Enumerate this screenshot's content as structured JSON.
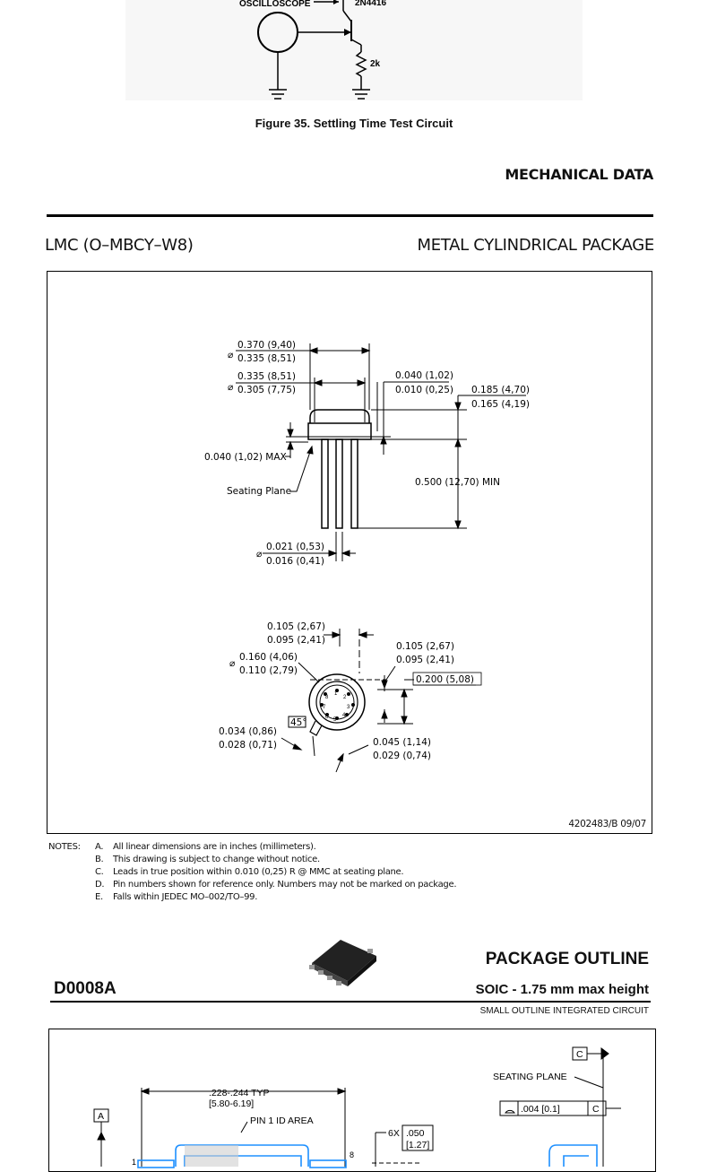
{
  "circuit": {
    "oscilloscope_label": "OSCILLOSCOPE",
    "transistor_label": "2N4416",
    "resistor_label": "2k",
    "caption": "Figure 35.  Settling Time Test Circuit"
  },
  "mech": {
    "header": "MECHANICAL DATA",
    "package_code": "LMC (O–MBCY–W8)",
    "package_name": "METAL CYLINDRICAL PACKAGE",
    "dims": {
      "d1_top": "0.370 (9,40)",
      "d1_bot": "0.335 (8,51)",
      "d2_top": "0.335 (8,51)",
      "d2_bot": "0.305 (7,75)",
      "d3_top": "0.040 (1,02)",
      "d3_bot": "0.010 (0,25)",
      "d4_top": "0.185 (4,70)",
      "d4_bot": "0.165 (4,19)",
      "max": "0.040 (1,02) MAX",
      "seating": "Seating Plane",
      "lead_len": "0.500 (12,70) MIN",
      "lead_top": "0.021 (0,53)",
      "lead_bot": "0.016 (0,41)",
      "b1_top": "0.105 (2,67)",
      "b1_bot": "0.095 (2,41)",
      "b2_top": "0.160 (4,06)",
      "b2_bot": "0.110 (2,79)",
      "b3_top": "0.105 (2,67)",
      "b3_bot": "0.095 (2,41)",
      "b4": "0.200 (5,08)",
      "angle": "45°",
      "b5_top": "0.034 (0,86)",
      "b5_bot": "0.028 (0,71)",
      "b6_top": "0.045 (1,14)",
      "b6_bot": "0.029 (0,74)",
      "pins": [
        "1",
        "2",
        "3",
        "4",
        "5",
        "6",
        "7",
        "8"
      ]
    },
    "doc_id": "4202483/B 09/07",
    "notes_label": "NOTES:",
    "notes": [
      {
        "letter": "A.",
        "text": "All linear dimensions are in inches (millimeters)."
      },
      {
        "letter": "B.",
        "text": "This drawing is subject to change without notice."
      },
      {
        "letter": "C.",
        "text": "Leads in true position within 0.010 (0,25) R @ MMC at seating plane."
      },
      {
        "letter": "D.",
        "text": "Pin numbers shown for reference only. Numbers may not be marked on package."
      },
      {
        "letter": "E.",
        "text": "Falls within JEDEC MO–002/TO–99."
      }
    ]
  },
  "soic": {
    "part": "D0008A",
    "title": "PACKAGE OUTLINE",
    "subtitle": "SOIC - 1.75 mm max height",
    "sub2": "SMALL OUTLINE INTEGRATED CIRCUIT",
    "datum_c": "C",
    "datum_a": "A",
    "seating": "SEATING PLANE",
    "dim_typ": ".228-.244  TYP",
    "dim_typ_mm": "[5.80-6.19]",
    "pin1": "PIN 1 ID AREA",
    "flat_val": ".004 [0.1]",
    "flat_ref": "C",
    "pitch_count": "6X",
    "pitch_top": ".050",
    "pitch_bot": "[1.27]",
    "pin_1": "1",
    "pin_8": "8"
  }
}
